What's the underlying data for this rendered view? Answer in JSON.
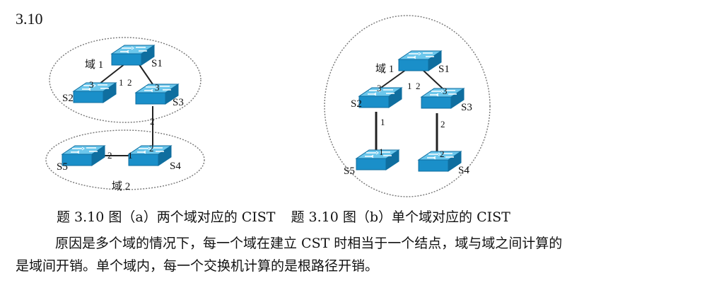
{
  "section": "3.10",
  "figure_a": {
    "domain1": "域 1",
    "domain2": "域 2",
    "switches": {
      "s1": "S1",
      "s2": "S2",
      "s3": "S3",
      "s4": "S4",
      "s5": "S5"
    },
    "ports": {
      "s2_up": "3",
      "s1_left": "1",
      "s1_right": "2",
      "s3_up": "3",
      "s3_down": "2",
      "s4_up": "2",
      "s5_right": "2",
      "s4_left": "1"
    }
  },
  "figure_b": {
    "domain1": "域 1",
    "switches": {
      "s1": "S1",
      "s2": "S2",
      "s3": "S3",
      "s4": "S4",
      "s5": "S5"
    },
    "ports": {
      "s2_up": "3",
      "s1_left": "1",
      "s1_right": "2",
      "s3_up": "3",
      "s2_down": "1",
      "s5_up": "1",
      "s3_down": "2",
      "s4_up": "2"
    }
  },
  "captions": {
    "a": "题 3.10 图（a）两个域对应的 CIST",
    "b": "题 3.10 图（b）单个域对应的 CIST"
  },
  "paragraph": {
    "line1": "原因是多个域的情况下，每一个域在建立 CST 时相当于一个结点，域与域之间计算的",
    "line2": "是域间开销。单个域内，每一个交换机计算的是根路径开销。"
  },
  "colors": {
    "switch_top": "#6cc7ec",
    "switch_side": "#1a8fc9",
    "switch_dark": "#0f6e9f",
    "link": "#222222"
  }
}
